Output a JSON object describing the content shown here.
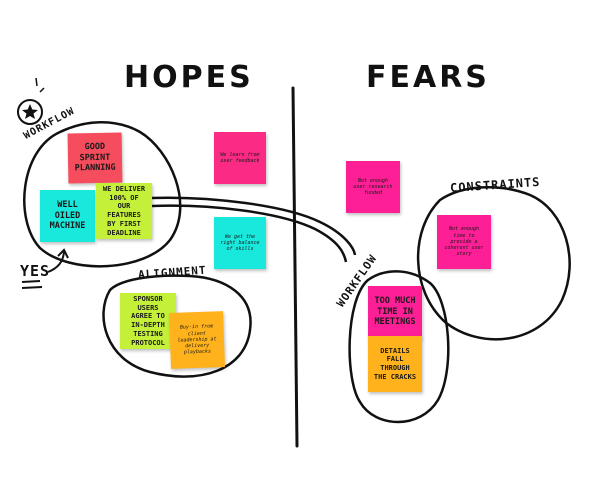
{
  "colors": {
    "pink": "#fb2a85",
    "red": "#f54c5e",
    "green": "#c5f03a",
    "cyan": "#19e9dc",
    "orange": "#ffb21b",
    "magenta": "#fc1f96",
    "ink": "#111111"
  },
  "headings": {
    "hopes": "HOPES",
    "fears": "FEARS"
  },
  "labels": {
    "workflow_left": "WORKFLOW",
    "workflow_right": "WORKFLOW",
    "alignment": "ALIGNMENT",
    "constraints": "CONSTRAINTS",
    "yes": "YES"
  },
  "notes": {
    "good_sprint": "GOOD SPRINT PLANNING",
    "well_oiled": "WELL OILED MACHINE",
    "we_deliver": "WE DELIVER 100% OF OUR FEATURES BY FIRST DEADLINE",
    "hopes_pink_small": "We learn from user feedback",
    "hopes_cyan_small": "We get the right balance of skills",
    "sponsor_users": "SPONSOR USERS AGREE TO IN-DEPTH TESTING PROTOCOL",
    "buy_in": "Buy-in from client leadership at delivery playbacks",
    "fears_pink_top": "Not enough user research funded",
    "constraints_pink": "Not enough time to provide a coherent user story",
    "too_much_time": "TOO MUCH TIME IN MEETINGS",
    "details_fall": "DETAILS FALL THROUGH THE CRACKS"
  }
}
